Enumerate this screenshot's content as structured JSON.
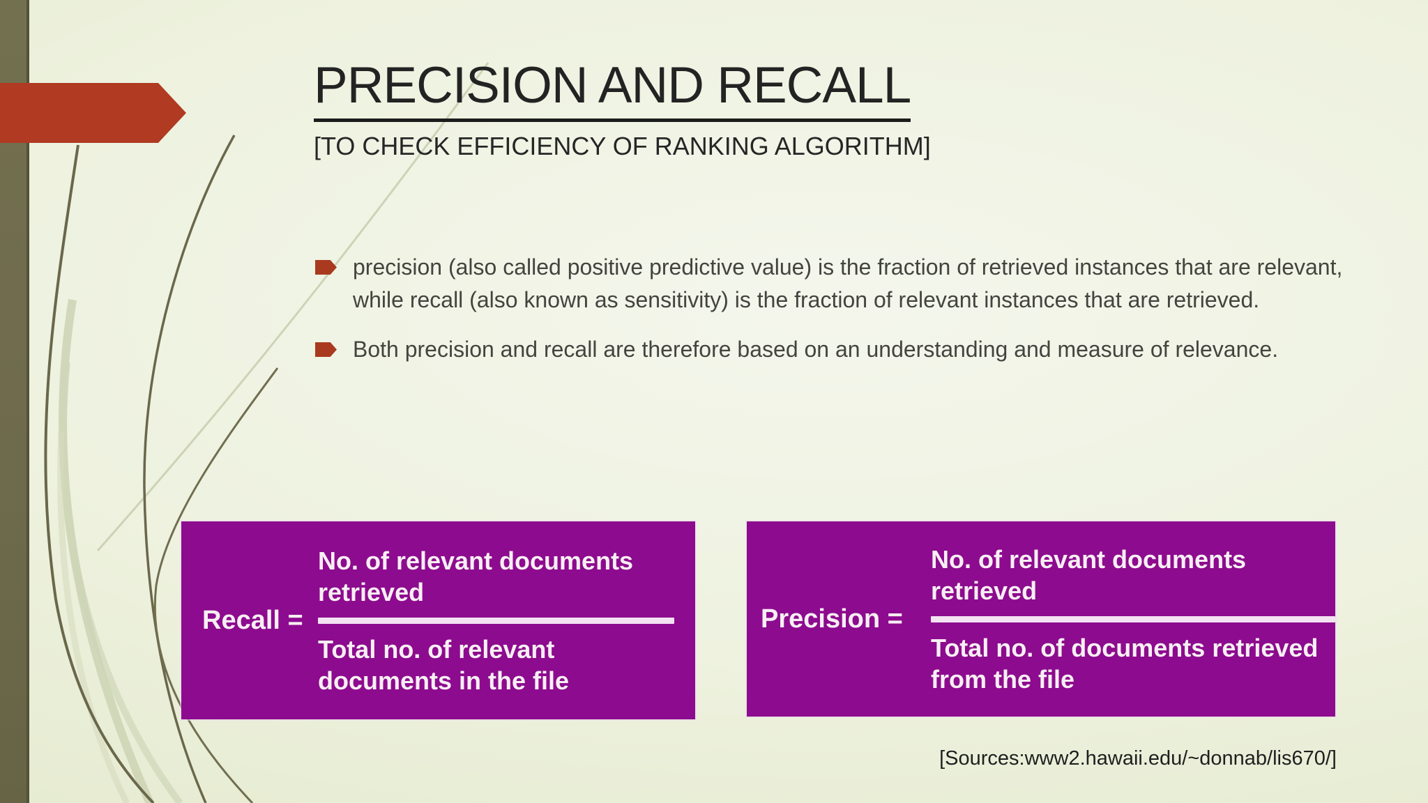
{
  "slide": {
    "title": "PRECISION AND RECALL",
    "subtitle": "[TO CHECK EFFICIENCY OF RANKING ALGORITHM]",
    "bullets": [
      "precision (also called positive predictive value) is the fraction of retrieved instances that are relevant, while recall (also known as sensitivity) is the fraction of relevant instances that are retrieved.",
      "Both precision and recall are therefore based on an understanding and measure of relevance."
    ],
    "formulas": [
      {
        "label": "Recall =",
        "numerator": "No. of relevant documents retrieved",
        "denominator": "Total no. of relevant documents in the file"
      },
      {
        "label": "Precision =",
        "numerator": "No. of relevant documents retrieved",
        "denominator": "Total no. of documents retrieved from the file"
      }
    ],
    "source": "[Sources:www2.hawaii.edu/~donnab/lis670/]",
    "colors": {
      "background": "#EEF2DF",
      "left_bar_olive": "#6F6B4E",
      "accent_red": "#B13A22",
      "formula_purple": "#8D0B8E",
      "title_text": "#232323",
      "body_text": "#44443F",
      "formula_text": "#F7EFF3"
    }
  }
}
